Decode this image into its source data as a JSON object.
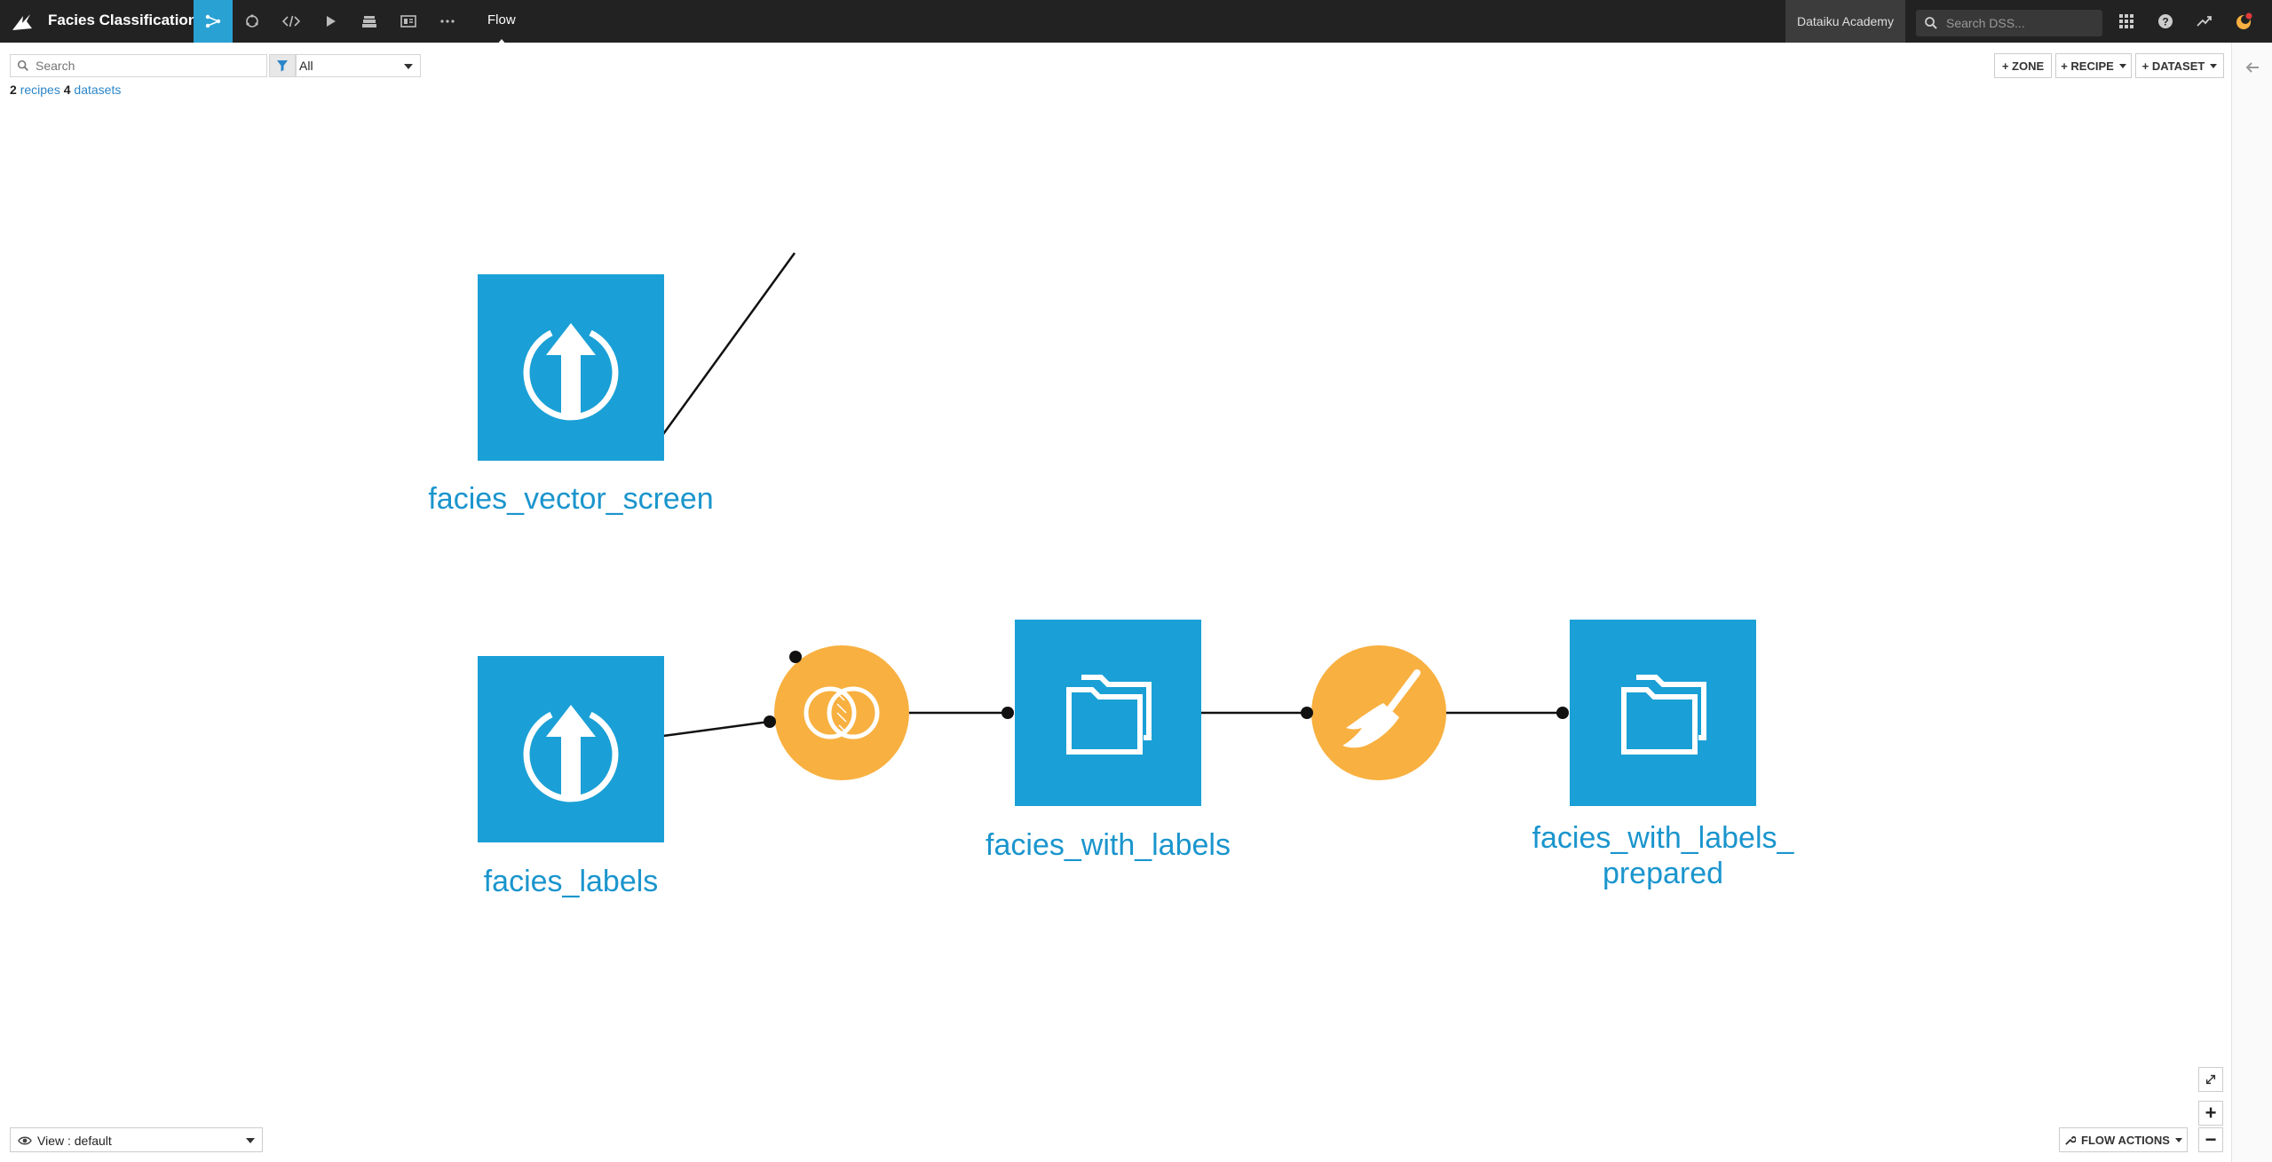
{
  "app": {
    "project_name": "Facies Classification",
    "page_title": "Flow",
    "instance_label": "Dataiku Academy",
    "search_placeholder": "Search DSS..."
  },
  "nav": {
    "icons": [
      "flow-icon",
      "lab-icon",
      "code-icon",
      "jobs-icon",
      "deploy-icon",
      "dashboard-icon",
      "more-icon"
    ]
  },
  "toolbar": {
    "search_placeholder": "Search",
    "filter_value": "All",
    "summary": {
      "recipes_count": "2",
      "recipes_label": "recipes",
      "datasets_count": "4",
      "datasets_label": "datasets"
    },
    "zone_label": "+ ZONE",
    "recipe_label": "+ RECIPE",
    "dataset_label": "+ DATASET"
  },
  "flow": {
    "datasets": [
      {
        "name": "facies_vector_screen",
        "icon": "upload-icon",
        "color": "#1aa0d6"
      },
      {
        "name": "facies_labels",
        "icon": "upload-icon",
        "color": "#1aa0d6"
      },
      {
        "name": "facies_with_labels",
        "icon": "folder-icon",
        "color": "#1aa0d6"
      },
      {
        "name": "facies_with_labels_",
        "name_line2": "prepared",
        "icon": "folder-icon",
        "color": "#1aa0d6"
      }
    ],
    "recipes": [
      {
        "type": "join",
        "icon": "join-icon",
        "color": "#f8b040"
      },
      {
        "type": "prepare",
        "icon": "brush-icon",
        "color": "#f8b040"
      }
    ]
  },
  "footer": {
    "view_label": "View : default",
    "flow_actions_label": "FLOW ACTIONS",
    "zoom_in": "+",
    "zoom_out": "−"
  }
}
